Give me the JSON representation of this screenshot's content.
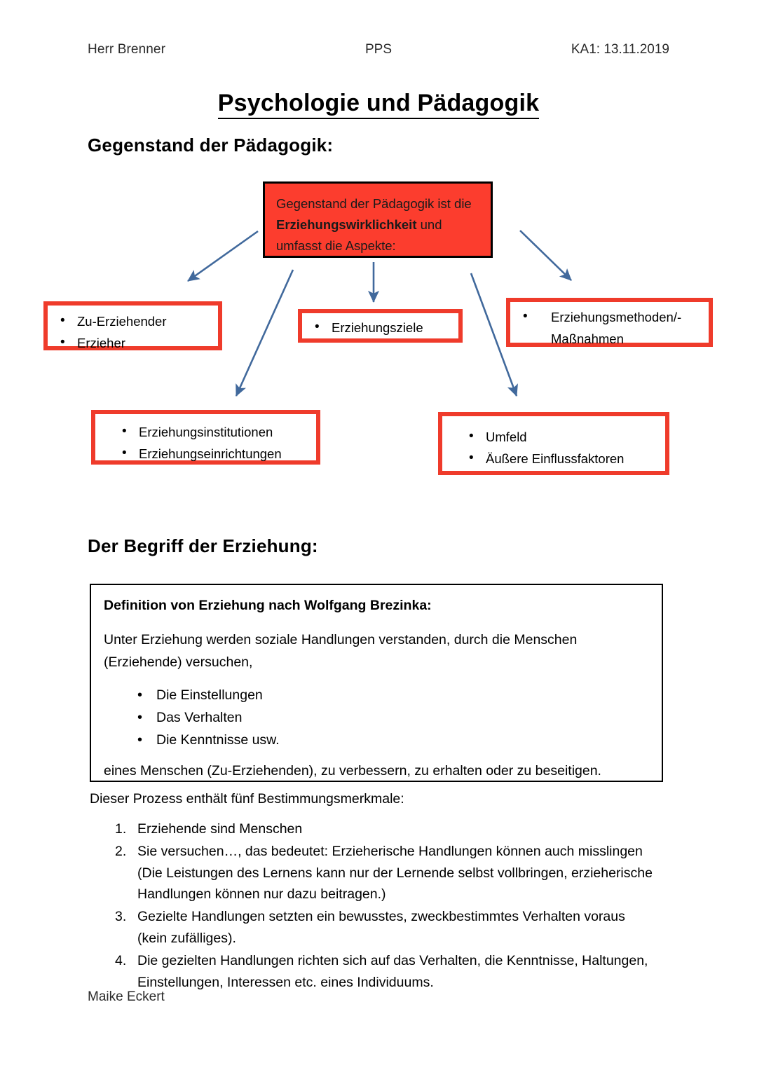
{
  "page": {
    "header": {
      "left": "Herr Brenner",
      "center": "PPS",
      "right": "KA1: 13.11.2019"
    },
    "title": "Psychologie und Pädagogik",
    "author": "Maike Eckert"
  },
  "section1": {
    "heading": "Gegenstand der Pädagogik:",
    "diagram": {
      "accent_red_fill": "#fc3d2e",
      "accent_red_border": "#ef3b2b",
      "arrow_color": "#41699c",
      "root": {
        "text_before": "Gegenstand der Pädagogik ist die ",
        "text_bold": "Erziehungswirklichkeit",
        "text_after": " und umfasst die Aspekte:"
      },
      "nodes": [
        {
          "id": "erzieher",
          "items": [
            "Zu-Erziehender",
            "Erzieher"
          ]
        },
        {
          "id": "ziele",
          "items": [
            "Erziehungsziele"
          ]
        },
        {
          "id": "methoden",
          "items": [
            "Erziehungsmethoden/-Maßnahmen"
          ]
        },
        {
          "id": "institut",
          "items": [
            "Erziehungsinstitutionen",
            "Erziehungseinrichtungen"
          ]
        },
        {
          "id": "umfeld",
          "items": [
            "Umfeld",
            "Äußere Einflussfaktoren"
          ]
        }
      ]
    }
  },
  "section2": {
    "heading": "Der Begriff der Erziehung:",
    "definition": {
      "heading": "Definition von Erziehung nach Wolfgang Brezinka:",
      "intro": "Unter Erziehung werden soziale Handlungen verstanden, durch die Menschen (Erziehende) versuchen,",
      "bullets": [
        "Die Einstellungen",
        "Das Verhalten",
        "Die Kenntnisse usw."
      ],
      "closing": "eines Menschen (Zu-Erziehenden), zu verbessern, zu erhalten oder zu beseitigen."
    },
    "process_intro": "Dieser Prozess enthält fünf Bestimmungsmerkmale:",
    "merkmale": [
      {
        "num": "1.",
        "main": "Erziehende sind Menschen",
        "sub": ""
      },
      {
        "num": "2.",
        "main": "Sie versuchen…, das bedeutet: Erzieherische Handlungen können auch misslingen",
        "sub": "(Die Leistungen des Lernens kann nur der Lernende selbst vollbringen, erzieherische Handlungen können nur dazu beitragen.)"
      },
      {
        "num": "3.",
        "main": "Gezielte Handlungen setzten ein bewusstes, zweckbestimmtes Verhalten voraus",
        "sub": "(kein zufälliges)."
      },
      {
        "num": "4.",
        "main": "Die gezielten Handlungen richten sich auf das Verhalten, die Kenntnisse, Haltungen,",
        "sub": "Einstellungen, Interessen etc. eines Individuums."
      }
    ]
  }
}
